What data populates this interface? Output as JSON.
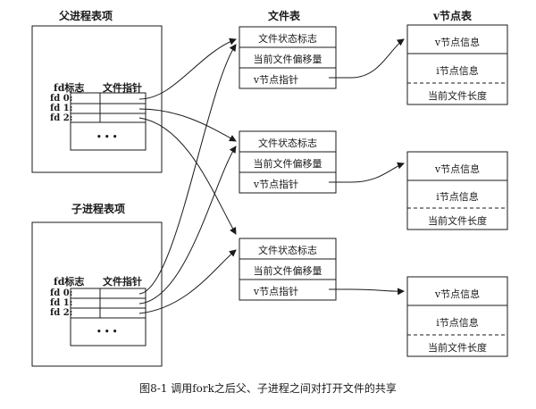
{
  "headings": {
    "parent": "父进程表项",
    "file_table": "文件表",
    "vnode_table": "v节点表",
    "child": "子进程表项"
  },
  "fd_header": {
    "flags": "fd标志",
    "pointer": "文件指针"
  },
  "fd_labels": [
    "fd 0:",
    "fd 1:",
    "fd 2:"
  ],
  "ellipsis": "• • •",
  "file_entry": {
    "status": "文件状态标志",
    "offset": "当前文件偏移量",
    "vptr": "v节点指针"
  },
  "vnode_entry": {
    "vinfo": "v节点信息",
    "iinfo": "i节点信息",
    "length": "当前文件长度"
  },
  "caption": "图8-1   调用fork之后父、子进程之间对打开文件的共享"
}
